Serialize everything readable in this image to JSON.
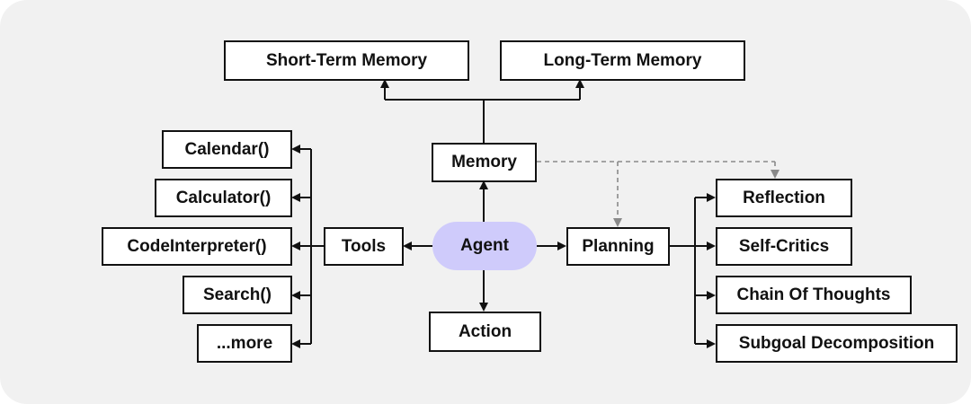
{
  "diagram": {
    "agent": "Agent",
    "memory": "Memory",
    "short_term_memory": "Short-Term Memory",
    "long_term_memory": "Long-Term Memory",
    "tools": "Tools",
    "tool_items": [
      "Calendar()",
      "Calculator()",
      "CodeInterpreter()",
      "Search()",
      "...more"
    ],
    "planning": "Planning",
    "planning_items": [
      "Reflection",
      "Self-Critics",
      "Chain Of Thoughts",
      "Subgoal Decomposition"
    ],
    "action": "Action"
  },
  "colors": {
    "background": "#f1f1f1",
    "box_fill": "#ffffff",
    "border": "#111111",
    "agent_fill": "#cfcbfb",
    "dashed_line": "#8a8a8a"
  }
}
